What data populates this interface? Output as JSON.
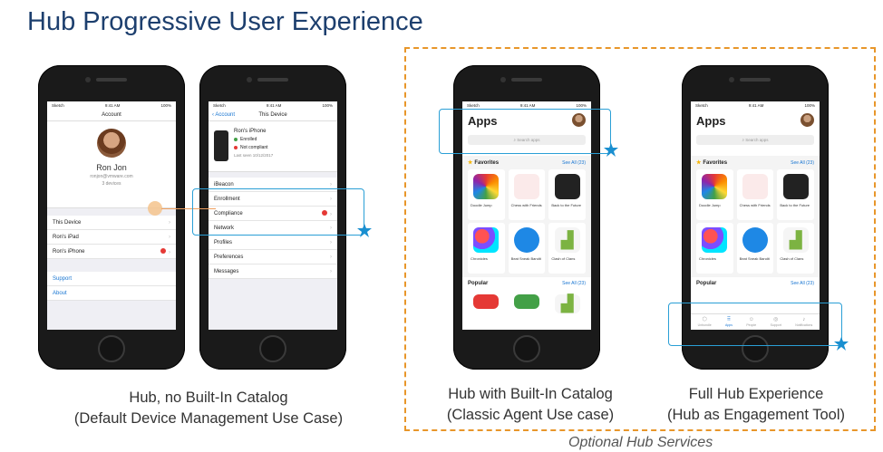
{
  "title": "Hub Progressive User Experience",
  "optional_label": "Optional Hub Services",
  "captions": {
    "c1": [
      "Hub, no Built-In Catalog",
      "(Default Device Management Use Case)"
    ],
    "c2": [
      "Hub with Built-In Catalog",
      "(Classic Agent Use case)"
    ],
    "c3": [
      "Full Hub Experience",
      "(Hub as Engagement Tool)"
    ]
  },
  "status": {
    "carrier": "Sketch",
    "time": "9:41 AM",
    "battery": "100%"
  },
  "phone1": {
    "nav_title": "Account",
    "name": "Ron Jon",
    "email": "ronjon@vmware.com",
    "devices": "3 devices",
    "rows": [
      "This Device",
      "Ron's iPad",
      "Ron's iPhone"
    ],
    "links": [
      "Support",
      "About"
    ]
  },
  "phone2": {
    "back": "Account",
    "nav_title": "This Device",
    "device_name": "Ron's iPhone",
    "enrolled": "Enrolled",
    "not_compliant": "Not compliant",
    "last_seen": "Last seen 10/12/2017",
    "rows": [
      "iBeacon",
      "Enrollment",
      "Compliance",
      "Network",
      "Profiles",
      "Preferences",
      "Messages"
    ]
  },
  "hub": {
    "title": "Apps",
    "search": "Search apps",
    "favorites": "Favorites",
    "see_all_fav": "See All (23)",
    "popular": "Popular",
    "see_all_pop": "See All (23)",
    "apps": [
      "Doodle Jump",
      "Chess with Friends",
      "Back to the Future",
      "Chronicles",
      "Beat Sneak Bandit",
      "Clash of Clans"
    ],
    "tabs": [
      "Unbundle",
      "Apps",
      "People",
      "Support",
      "Notifications"
    ]
  },
  "colors": {
    "accent": "#2a9fd6",
    "title": "#1d3f6e",
    "dashed": "#e8962a",
    "link": "#1976d2"
  }
}
